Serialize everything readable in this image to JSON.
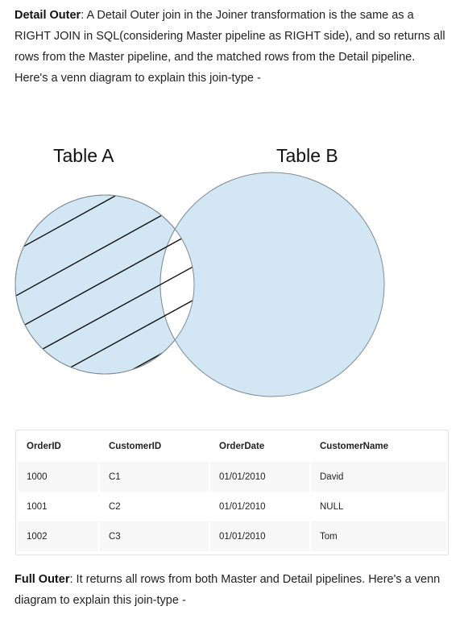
{
  "intro": {
    "term": "Detail Outer",
    "text": ": A Detail Outer join in the Joiner transformation is the same as a RIGHT JOIN in SQL(considering Master pipeline as RIGHT side), and so returns all rows from the Master pipeline, and the matched rows from the Detail pipeline. Here's a venn diagram to explain this join-type -"
  },
  "venn": {
    "left_label": "Table A",
    "right_label": "Table B",
    "colors": {
      "fill": "#d2e6f4",
      "stroke": "#7f8c96",
      "overlap": "#ffffff",
      "hatch": "#111111"
    }
  },
  "table": {
    "headers": [
      "OrderID",
      "CustomerID",
      "OrderDate",
      "CustomerName"
    ],
    "rows": [
      [
        "1000",
        "C1",
        "01/01/2010",
        "David"
      ],
      [
        "1001",
        "C2",
        "01/01/2010",
        "NULL"
      ],
      [
        "1002",
        "C3",
        "01/01/2010",
        "Tom"
      ]
    ]
  },
  "outro": {
    "term": "Full Outer",
    "text": ": It returns all rows from both Master and Detail pipelines. Here's a venn diagram to explain this join-type -"
  }
}
